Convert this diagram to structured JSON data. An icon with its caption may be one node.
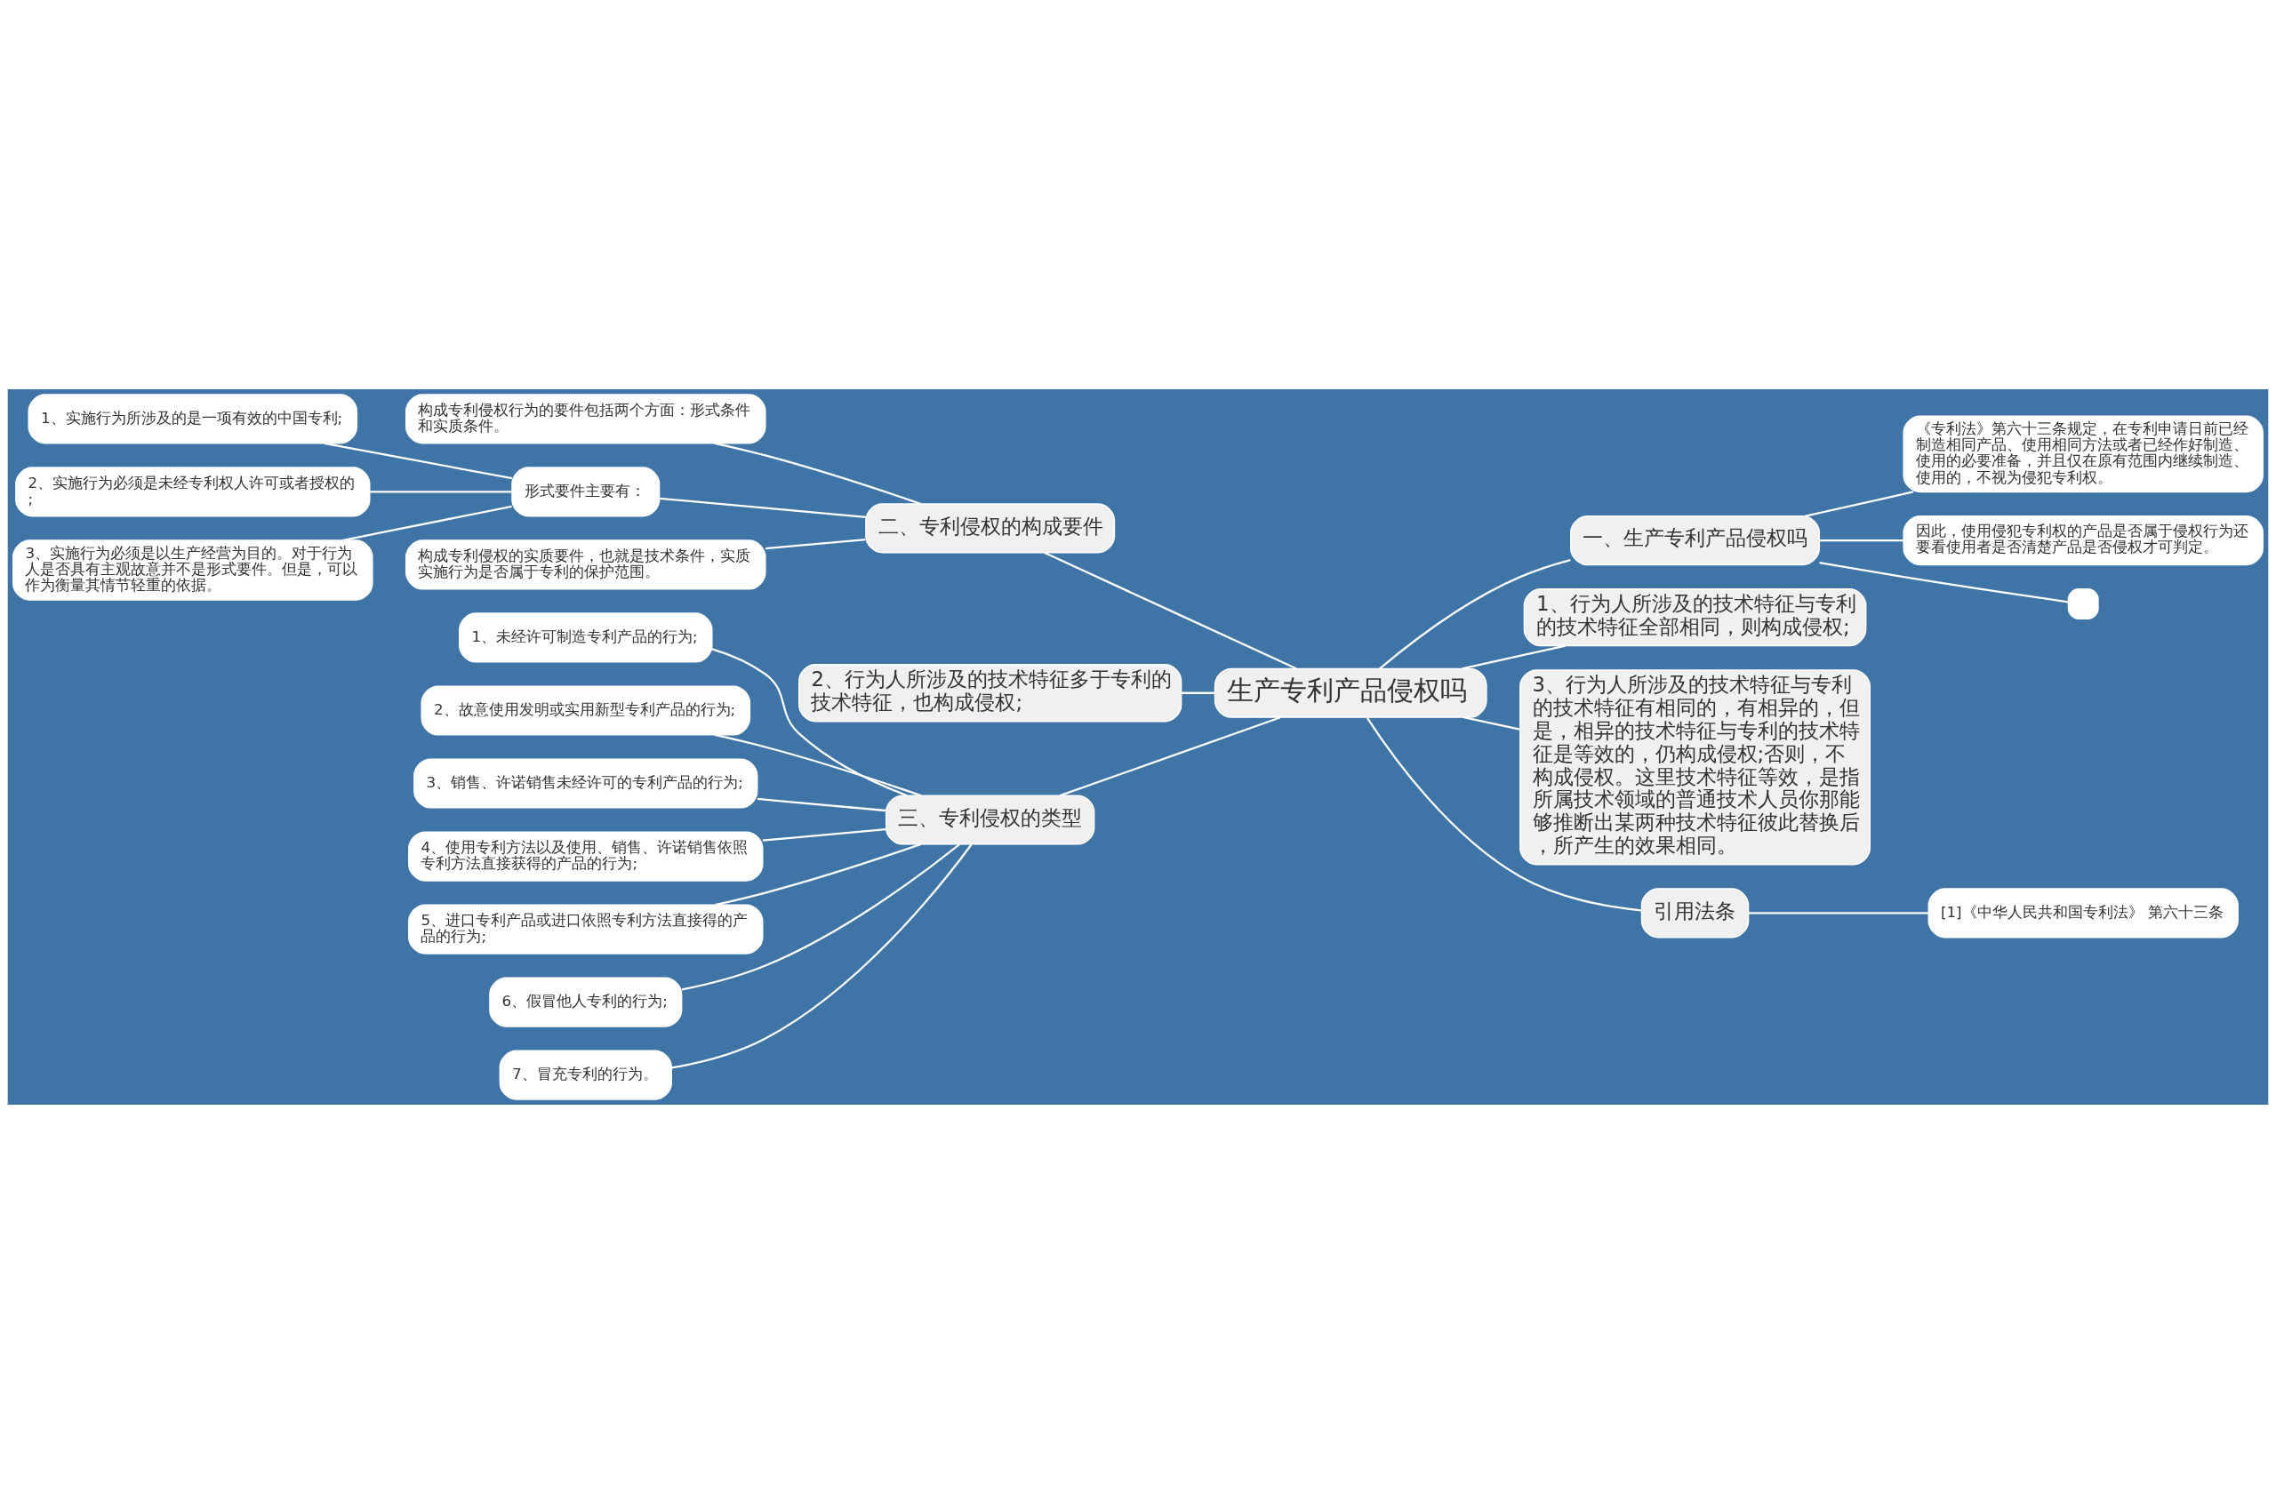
{
  "diagram": {
    "nodes": [
      {
        "text": [
          "生产专利产品侵权吗"
        ]
      },
      {
        "text": [
          "一、生产专利产品侵权吗"
        ]
      },
      {
        "text": [
          "《专利法》第六十三条规定，在专利申请日前已经制造相同产品、使用相同方法或者已经作好制造、使用的必要准备，并且仅在原有范围内继续制造、使用的，不视为侵犯专利权。"
        ]
      },
      {
        "text": [
          "因此，使用侵犯专利权的产品是否属于侵权行为还要看使用者是否清楚产品是否侵权才可判定。"
        ]
      },
      {
        "text": [],
        "shape": "box"
      },
      {
        "text": [
          "1、行为人所涉及的技术特征与专利的技术特征全部相同，则构成侵权;"
        ]
      },
      {
        "text": [
          "3、行为人所涉及的技术特征与专利的技术特征有相同的，有相异的，但是，相异的技术特征与专利的技术特征是等效的，仍构成侵权;否则，不构成侵权。这里技术特征等效，是指所属技术领域的普通技术人员你那能够推断出某两种技术特征彼此替换后，所产生的效果相同。"
        ]
      },
      {
        "text": [
          "引用法条"
        ]
      },
      {
        "text": [
          "[1]《中华人民共和国专利法》 第六十三条"
        ]
      },
      {
        "text": [
          "二、专利侵权的构成要件"
        ]
      },
      {
        "text": [
          "构成专利侵权行为的要件包括两个方面：形式条件和实质条件。"
        ]
      },
      {
        "text": [
          "形式要件主要有："
        ]
      },
      {
        "text": [
          "1、实施行为所涉及的是一项有效的中国专利;"
        ]
      },
      {
        "text": [
          "2、实施行为必须是未经专利权人许可或者授权的;"
        ]
      },
      {
        "text": [
          "3、实施行为必须是以生产经营为目的。对于行为人是否具有主观故意并不是形式要件。但是，可以作为衡量其情节轻重的依据。"
        ]
      },
      {
        "text": [
          "构成专利侵权的实质要件，也就是技术条件，实质实施行为是否属于专利的保护范围。"
        ]
      },
      {
        "text": [
          "2、行为人所涉及的技术特征多于专利的技术特征，也构成侵权;"
        ]
      },
      {
        "text": [
          "三、专利侵权的类型"
        ]
      },
      {
        "text": [
          "1、未经许可制造专利产品的行为;"
        ]
      },
      {
        "text": [
          "2、故意使用发明或实用新型专利产品的行为;"
        ]
      },
      {
        "text": [
          "3、销售、许诺销售未经许可的专利产品的行为;"
        ]
      },
      {
        "text": [
          "4、使用专利方法以及使用、销售、许诺销售依照专利方法直接获得的产品的行为;"
        ]
      },
      {
        "text": [
          "5、进口专利产品或进口依照专利方法直接得的产品的行为;"
        ]
      },
      {
        "text": [
          "6、假冒他人专利的行为;"
        ]
      },
      {
        "text": [
          "7、冒充专利的行为。"
        ]
      }
    ],
    "edges": [
      {
        "from": 0,
        "to": 1,
        "arrow": "none"
      },
      {
        "from": 1,
        "to": 2,
        "arrow": "none"
      },
      {
        "from": 1,
        "to": 3,
        "arrow": "none"
      },
      {
        "from": 1,
        "to": 4,
        "arrow": "none"
      },
      {
        "from": 0,
        "to": 5,
        "arrow": "none"
      },
      {
        "from": 0,
        "to": 6,
        "arrow": "none"
      },
      {
        "from": 0,
        "to": 7,
        "arrow": "none"
      },
      {
        "from": 7,
        "to": 8,
        "arrow": "none"
      },
      {
        "from": 0,
        "to": 9,
        "arrow": "none"
      },
      {
        "from": 9,
        "to": 10,
        "arrow": "none"
      },
      {
        "from": 9,
        "to": 11,
        "arrow": "none"
      },
      {
        "from": 11,
        "to": 12,
        "arrow": "none"
      },
      {
        "from": 11,
        "to": 13,
        "arrow": "none"
      },
      {
        "from": 11,
        "to": 14,
        "arrow": "none"
      },
      {
        "from": 9,
        "to": 15,
        "arrow": "none"
      },
      {
        "from": 0,
        "to": 16,
        "arrow": "none"
      },
      {
        "from": 0,
        "to": 17,
        "arrow": "none"
      },
      {
        "from": 17,
        "to": 18,
        "arrow": "none"
      },
      {
        "from": 17,
        "to": 19,
        "arrow": "none"
      },
      {
        "from": 17,
        "to": 20,
        "arrow": "none"
      },
      {
        "from": 17,
        "to": 21,
        "arrow": "none"
      },
      {
        "from": 17,
        "to": 22,
        "arrow": "none"
      },
      {
        "from": 17,
        "to": 23,
        "arrow": "none"
      },
      {
        "from": 17,
        "to": 24,
        "arrow": "none"
      }
    ]
  }
}
